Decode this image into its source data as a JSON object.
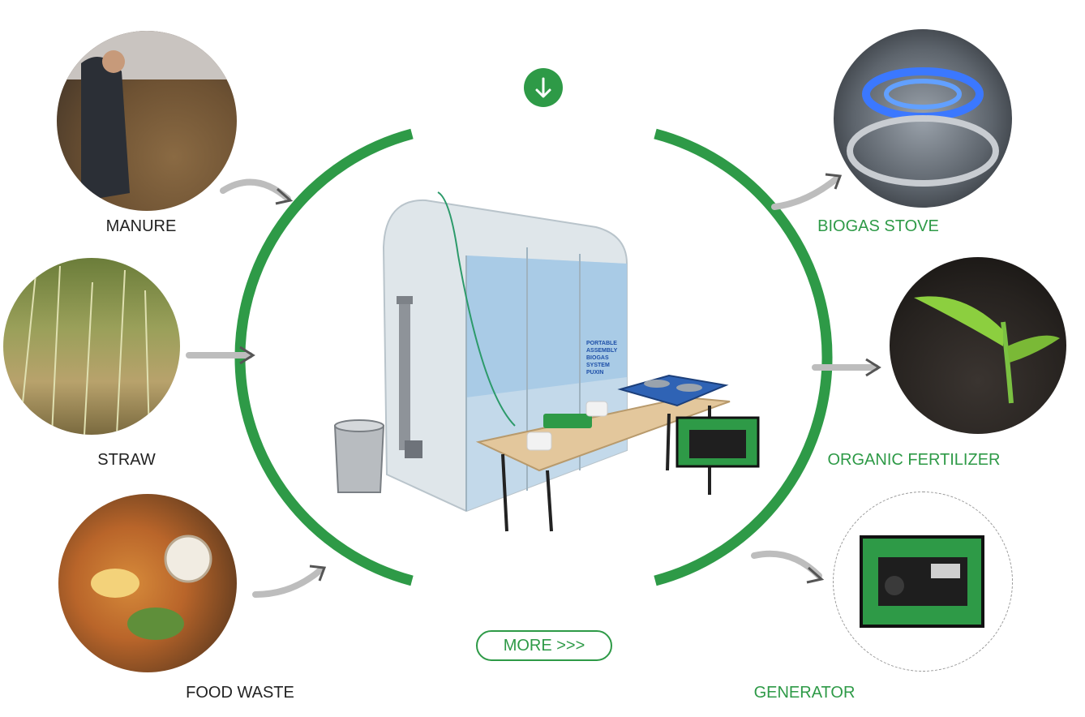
{
  "colors": {
    "accent": "#2e9a47",
    "text_dark": "#222222"
  },
  "inputs": [
    {
      "label": "MANURE"
    },
    {
      "label": "STRAW"
    },
    {
      "label": "FOOD WASTE"
    }
  ],
  "outputs": [
    {
      "label": "BIOGAS STOVE"
    },
    {
      "label": "ORGANIC FERTILIZER"
    },
    {
      "label": "GENERATOR"
    }
  ],
  "center": {
    "panel_text": [
      "PORTABLE",
      "ASSEMBLY",
      "BIOGAS",
      "SYSTEM",
      "PUXIN"
    ],
    "more_button": "MORE >>>",
    "down_icon": "arrow-down-icon"
  }
}
